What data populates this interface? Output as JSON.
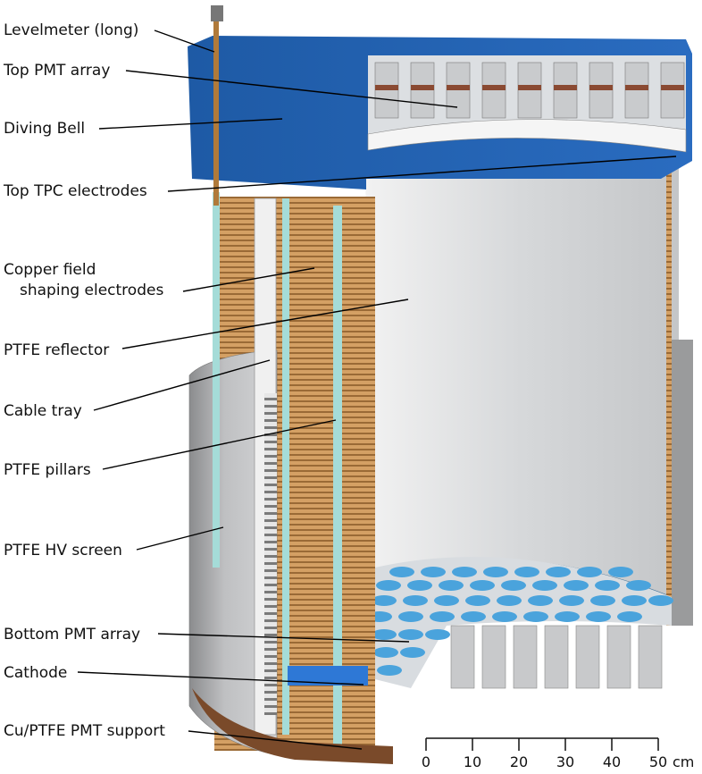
{
  "labels": {
    "levelmeter": "Levelmeter (long)",
    "top_pmt_array": "Top PMT array",
    "diving_bell": "Diving Bell",
    "top_tpc_electrodes": "Top TPC electrodes",
    "copper_line1": "Copper field",
    "copper_line2": "shaping electrodes",
    "ptfe_reflector": "PTFE reflector",
    "cable_tray": "Cable tray",
    "ptfe_pillars": "PTFE pillars",
    "ptfe_hv_screen": "PTFE HV screen",
    "bottom_pmt_array": "Bottom PMT array",
    "cathode": "Cathode",
    "pmt_support": "Cu/PTFE PMT support"
  },
  "scale_bar": {
    "ticks": [
      "0",
      "10",
      "20",
      "30",
      "40",
      "50"
    ],
    "unit": "cm"
  },
  "colors": {
    "diving_bell": "#1f5fae",
    "copper": "#c98f4e",
    "ptfe": "#d9dadc",
    "pillar": "#9fd9d6",
    "pmt_window": "#4aa3dc"
  }
}
